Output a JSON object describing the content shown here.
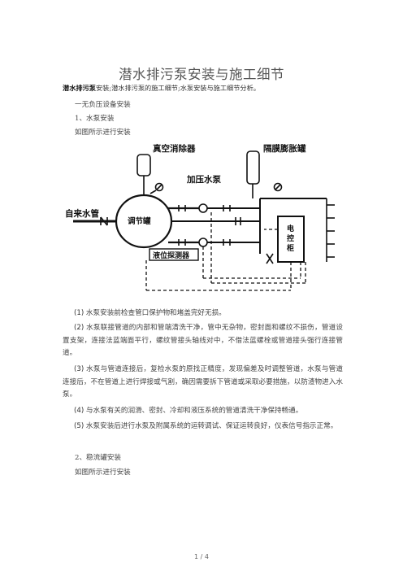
{
  "title": "潜水排污泵安装与施工细节",
  "keywords_bold": "潜水排污泵",
  "keywords_rest": "安装;潜水排污泵的施工细节;水泵安装与施工细节分析。",
  "section1": "一无负压设备安装",
  "sub1": "1、水泵安装",
  "sub1_note": "如图所示进行安装",
  "diagram": {
    "label_vacuum": "真空消除器",
    "label_membrane": "隔膜膨胀罐",
    "label_pressure_pump": "加压水泵",
    "label_tap_water": "自来水管",
    "label_regulating_tank": "调节罐",
    "label_control_cabinet_1": "电",
    "label_control_cabinet_2": "控",
    "label_control_cabinet_3": "柜",
    "label_level_detector": "液位探测器"
  },
  "items": [
    {
      "num": "(1)",
      "text": "水泵安装前检查管口保护物和堵盖完好无损。"
    },
    {
      "num": "(2)",
      "text": "水泵联接管道的内部和管端清洗干净，管中无杂物，密封面和螺纹不损伤，管道设置支架，连接法蓝端面平行，螺纹管接头轴线对中，不借法蓝螺栓或管道接头强行连接管道。"
    },
    {
      "num": "(3)",
      "text": "水泵与管道连接后，复检水泵的原找正精度，发现偏差及时调整管道，水泵与管道连接后，不在管道上进行焊接或气割，确因需要拆下管道或采取必要措施，以防渣物进入水泵。"
    },
    {
      "num": "(4)",
      "text": "与水泵有关的润滑、密封、冷却和液压系统的管道清洗干净保持畅通。"
    },
    {
      "num": "(5)",
      "text": "水泵安装后进行水泵及附属系统的运转调试、保证运转良好，仪表信号指示正常。"
    }
  ],
  "sub2": "2、稳流罐安装",
  "sub2_note": "如图所示进行安装",
  "footer": "1 / 4"
}
